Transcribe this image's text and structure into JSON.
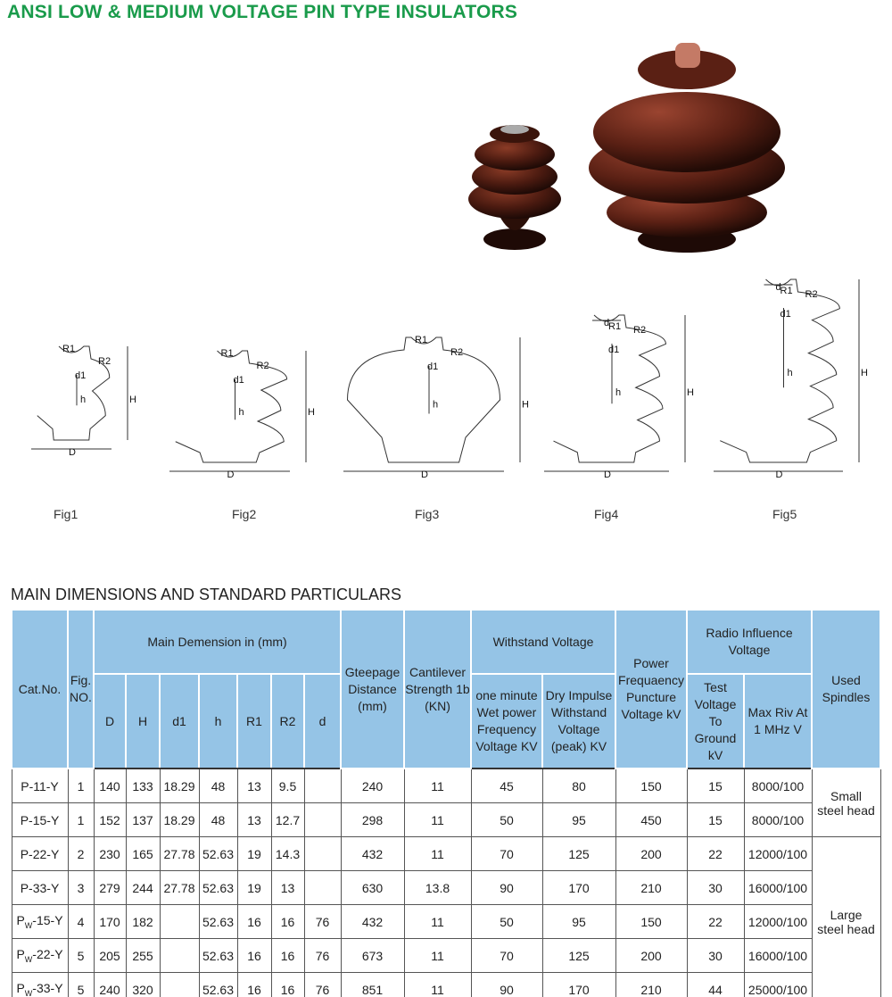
{
  "title": "ANSI LOW & MEDIUM VOLTAGE PIN TYPE INSULATORS",
  "figures": [
    {
      "label": "Fig1",
      "dims": {
        "R1": "R1",
        "R2": "R2",
        "d1": "d1",
        "h": "h",
        "H": "H",
        "D": "D"
      }
    },
    {
      "label": "Fig2",
      "dims": {
        "R1": "R1",
        "R2": "R2",
        "d1": "d1",
        "h": "h",
        "H": "H",
        "D": "D"
      }
    },
    {
      "label": "Fig3",
      "dims": {
        "R1": "R1",
        "R2": "R2",
        "d1": "d1",
        "h": "h",
        "H": "H",
        "D": "D"
      }
    },
    {
      "label": "Fig4",
      "dims": {
        "d": "d",
        "R1": "R1",
        "R2": "R2",
        "d1": "d1",
        "h": "h",
        "H": "H",
        "D": "D"
      }
    },
    {
      "label": "Fig5",
      "dims": {
        "d": "d",
        "R1": "R1",
        "R2": "R2",
        "d1": "d1",
        "h": "h",
        "H": "H",
        "D": "D"
      }
    }
  ],
  "section_title": "MAIN DIMENSIONS AND STANDARD PARTICULARS",
  "table": {
    "headers": {
      "cat": "Cat.No.",
      "fig": "Fig. NO.",
      "main_dim": "Main Demension in (mm)",
      "dims": [
        "D",
        "H",
        "d1",
        "h",
        "R1",
        "R2",
        "d"
      ],
      "creepage": "Gteepage Distance (mm)",
      "cantilever": "Cantilever Strength 1b (KN)",
      "withstand": "Withstand Voltage",
      "wet": "one minute Wet power Frequency Voltage KV",
      "dry": "Dry Impulse Withstand Voltage (peak) KV",
      "puncture": "Power Frequaency Puncture Voltage kV",
      "riv": "Radio Influence Voltage",
      "test": "Test Voltage To Ground kV",
      "maxriv": "Max Riv At 1 MHz V",
      "spindles": "Used Spindles"
    },
    "rows": [
      {
        "cat": "P",
        "sub": "",
        "rest": "-11-Y",
        "fig": "1",
        "D": "140",
        "H": "133",
        "d1": "18.29",
        "h": "48",
        "R1": "13",
        "R2": "9.5",
        "d": "",
        "creepage": "240",
        "cantilever": "11",
        "wet": "45",
        "dry": "80",
        "puncture": "150",
        "test": "15",
        "maxriv": "8000/100"
      },
      {
        "cat": "P",
        "sub": "",
        "rest": "-15-Y",
        "fig": "1",
        "D": "152",
        "H": "137",
        "d1": "18.29",
        "h": "48",
        "R1": "13",
        "R2": "12.7",
        "d": "",
        "creepage": "298",
        "cantilever": "11",
        "wet": "50",
        "dry": "95",
        "puncture": "450",
        "test": "15",
        "maxriv": "8000/100"
      },
      {
        "cat": "P",
        "sub": "",
        "rest": "-22-Y",
        "fig": "2",
        "D": "230",
        "H": "165",
        "d1": "27.78",
        "h": "52.63",
        "R1": "19",
        "R2": "14.3",
        "d": "",
        "creepage": "432",
        "cantilever": "11",
        "wet": "70",
        "dry": "125",
        "puncture": "200",
        "test": "22",
        "maxriv": "12000/100"
      },
      {
        "cat": "P",
        "sub": "",
        "rest": "-33-Y",
        "fig": "3",
        "D": "279",
        "H": "244",
        "d1": "27.78",
        "h": "52.63",
        "R1": "19",
        "R2": "13",
        "d": "",
        "creepage": "630",
        "cantilever": "13.8",
        "wet": "90",
        "dry": "170",
        "puncture": "210",
        "test": "30",
        "maxriv": "16000/100"
      },
      {
        "cat": "P",
        "sub": "W",
        "rest": "-15-Y",
        "fig": "4",
        "D": "170",
        "H": "182",
        "d1": "",
        "h": "52.63",
        "R1": "16",
        "R2": "16",
        "d": "76",
        "creepage": "432",
        "cantilever": "11",
        "wet": "50",
        "dry": "95",
        "puncture": "150",
        "test": "22",
        "maxriv": "12000/100"
      },
      {
        "cat": "P",
        "sub": "W",
        "rest": "-22-Y",
        "fig": "5",
        "D": "205",
        "H": "255",
        "d1": "",
        "h": "52.63",
        "R1": "16",
        "R2": "16",
        "d": "76",
        "creepage": "673",
        "cantilever": "11",
        "wet": "70",
        "dry": "125",
        "puncture": "200",
        "test": "30",
        "maxriv": "16000/100"
      },
      {
        "cat": "P",
        "sub": "W",
        "rest": "-33-Y",
        "fig": "5",
        "D": "240",
        "H": "320",
        "d1": "",
        "h": "52.63",
        "R1": "16",
        "R2": "16",
        "d": "76",
        "creepage": "851",
        "cantilever": "11",
        "wet": "90",
        "dry": "170",
        "puncture": "210",
        "test": "44",
        "maxriv": "25000/100"
      }
    ],
    "spindle_groups": [
      {
        "label": "Small steel head",
        "rows": 2
      },
      {
        "label": "Large steel head",
        "rows": 5
      }
    ]
  },
  "colors": {
    "title": "#1a9b4b",
    "header_bg": "#95c4e6",
    "porcelain": "#5a1f12"
  }
}
